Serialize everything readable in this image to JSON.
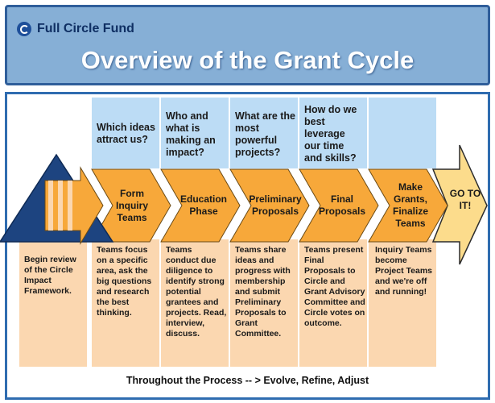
{
  "header": {
    "brand": "Full Circle Fund",
    "title": "Overview of the Grant Cycle"
  },
  "stages": [
    {
      "label": "Form Inquiry Teams",
      "question": "Which ideas attract us?",
      "description": "Teams focus on a specific area, ask the big questions and research the best thinking."
    },
    {
      "label": "Education Phase",
      "question": "Who and what is making an impact?",
      "description": "Teams conduct due diligence to identify strong potential grantees and projects. Read, interview, discuss."
    },
    {
      "label": "Preliminary Proposals",
      "question": "What are the most powerful projects?",
      "description": "Teams share ideas and progress with membership and submit Preliminary Proposals to Grant Committee."
    },
    {
      "label": "Final Proposals",
      "question": "How do we best leverage our time and skills?",
      "description": "Teams present Final Proposals to Circle and Grant Advisory Committee and Circle votes on outcome."
    },
    {
      "label": "Make Grants, Finalize Teams",
      "question": "",
      "description": "Inquiry Teams become Project Teams and we're off and running!"
    }
  ],
  "start_description": "Begin review of the Circle Impact Framework.",
  "final_label": "GO TO IT!",
  "footer": "Throughout the Process -- > Evolve, Refine, Adjust",
  "colors": {
    "header_bg": "#86afd6",
    "border_blue": "#2f6cb0",
    "question_bg": "#bcdcf5",
    "description_bg": "#fbd7b0",
    "stage_orange": "#f7a83a",
    "go_yellow": "#fcdc8c",
    "triangle_navy": "#1d4480"
  }
}
